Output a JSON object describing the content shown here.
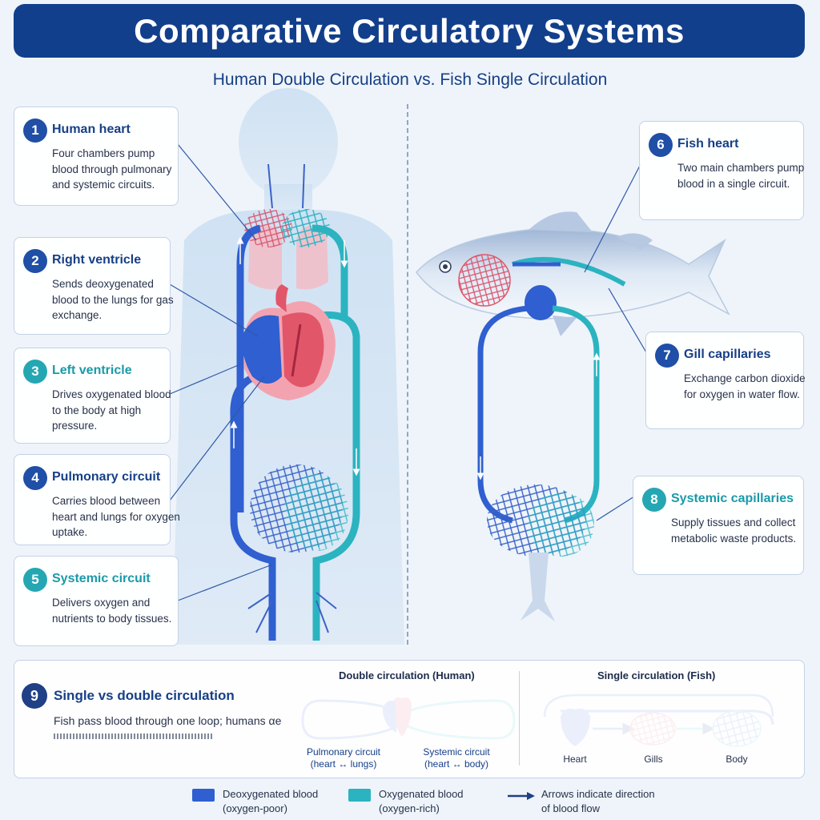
{
  "title": "Comparative Circulatory Systems",
  "subtitle": "Human Double Circulation vs. Fish Single Circulation",
  "cards": [
    {
      "number": "1",
      "title": "Human heart",
      "desc": "Four chambers pump blood through pulmonary and systemic circuits."
    },
    {
      "number": "2",
      "title": "Right ventricle",
      "desc": "Sends deoxygenated blood to the lungs for gas exchange."
    },
    {
      "number": "3",
      "title": "Left ventricle",
      "desc": "Drives oxygenated blood to the body at high pressure."
    },
    {
      "number": "4",
      "title": "Pulmonary circuit",
      "desc": "Carries blood between heart and lungs for oxygen uptake."
    },
    {
      "number": "5",
      "title": "Systemic circuit",
      "desc": "Delivers oxygen and nutrients to body tissues."
    },
    {
      "number": "6",
      "title": "Fish heart",
      "desc": "Two main chambers pump blood in a single circuit."
    },
    {
      "number": "7",
      "title": "Gill capillaries",
      "desc": "Exchange carbon dioxide for oxygen in water flow."
    },
    {
      "number": "8",
      "title": "Systemic capillaries",
      "desc": "Supply tissues and collect metabolic waste products."
    }
  ],
  "comparison": {
    "number": "9",
    "title": "Single vs double circulation",
    "desc": "Fish pass blood through one loop; humans αе",
    "double_title": "Double circulation (Human)",
    "pulmonary_label_1": "Pulmonary circuit",
    "pulmonary_label_2": "(heart ↔ lungs)",
    "systemic_label_1": "Systemic circuit",
    "systemic_label_2": "(heart ↔ body)",
    "single_title": "Single circulation (Fish)",
    "heart_label": "Heart",
    "gills_label": "Gills",
    "body_label": "Body"
  },
  "legend": {
    "deoxy_1": "Deoxygenated blood",
    "deoxy_2": "(oxygen-poor)",
    "oxy_1": "Oxygenated blood",
    "oxy_2": "(oxygen-rich)",
    "arrow_1": "Arrows indicate direction",
    "arrow_2": "of blood flow"
  },
  "colors": {
    "deoxygenated": "#2f5fd0",
    "oxygenated": "#2bb3c0",
    "accent_blue": "#123f8c",
    "heart_red": "#e2566a"
  }
}
